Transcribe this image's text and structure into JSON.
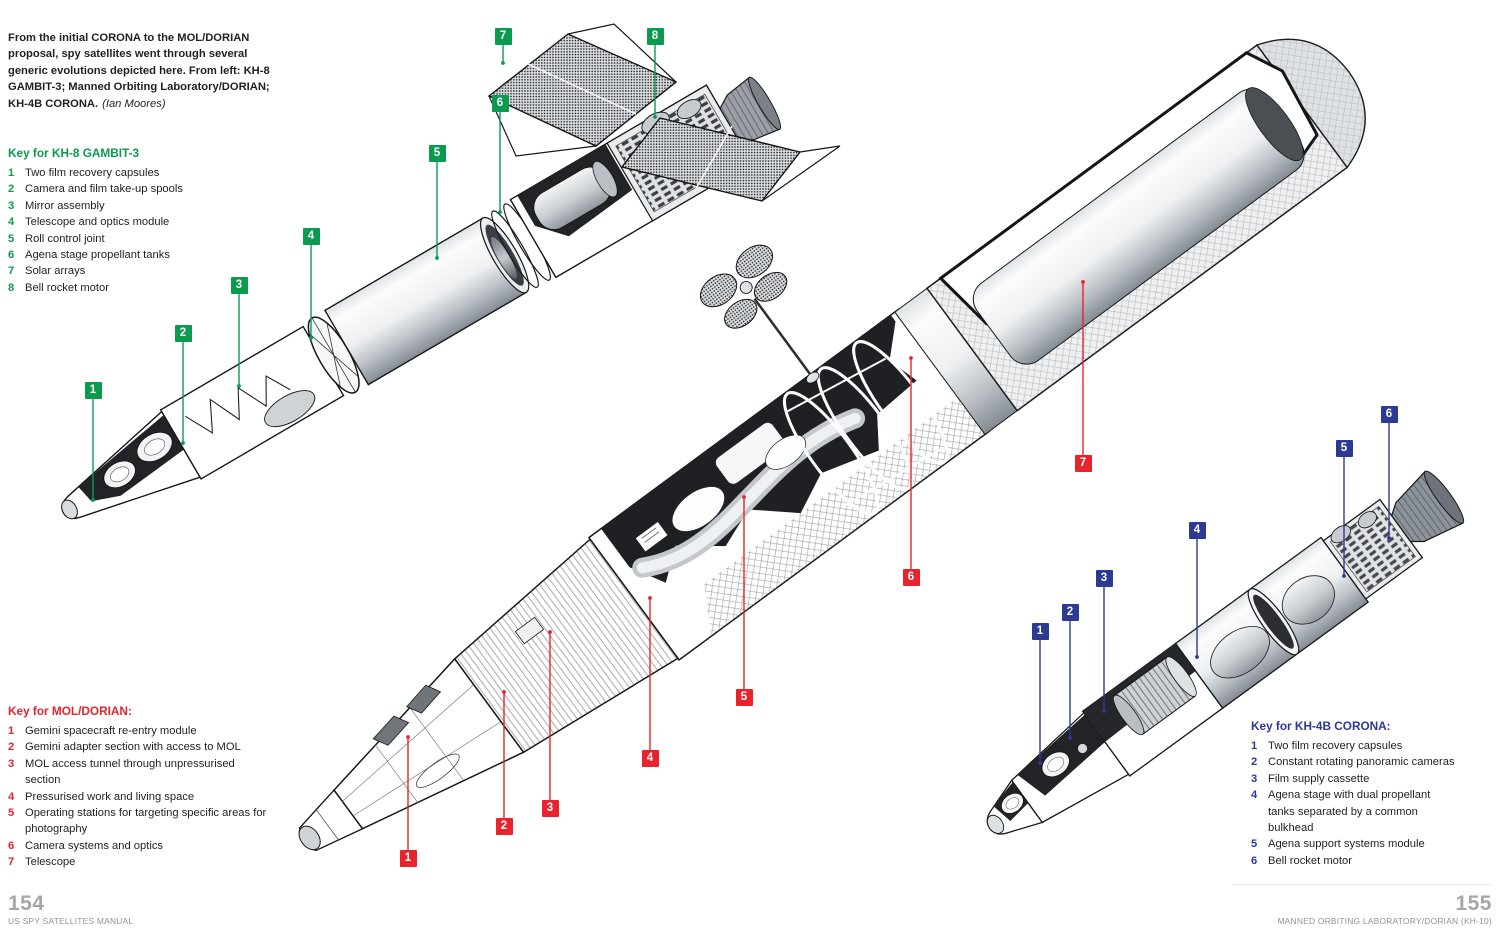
{
  "intro": {
    "text": "From the initial CORONA to the MOL/DORIAN\nproposal, spy satellites went through several\ngeneric evolutions depicted here. From left: KH-8\nGAMBIT-3; Manned Orbiting Laboratory/DORIAN;\nKH-4B CORONA.",
    "credit": "(Ian Moores)"
  },
  "colors": {
    "gambit_green": "#0a9b4e",
    "mol_red": "#e8232d",
    "corona_blue": "#2c3a94",
    "text": "#231f20",
    "footer_gray": "#a4a7aa"
  },
  "keys": [
    {
      "id": "gambit",
      "title": "Key for KH-8 GAMBIT-3",
      "color": "#0a9b4e",
      "items": [
        {
          "n": "1",
          "text": "Two film recovery capsules"
        },
        {
          "n": "2",
          "text": "Camera and film take-up spools"
        },
        {
          "n": "3",
          "text": "Mirror assembly"
        },
        {
          "n": "4",
          "text": "Telescope and optics module"
        },
        {
          "n": "5",
          "text": "Roll control joint"
        },
        {
          "n": "6",
          "text": "Agena stage propellant tanks"
        },
        {
          "n": "7",
          "text": "Solar arrays"
        },
        {
          "n": "8",
          "text": "Bell rocket motor"
        }
      ]
    },
    {
      "id": "mol",
      "title": "Key for MOL/DORIAN:",
      "color": "#e8232d",
      "items": [
        {
          "n": "1",
          "text": "Gemini spacecraft re-entry module"
        },
        {
          "n": "2",
          "text": "Gemini adapter section with access to MOL"
        },
        {
          "n": "3",
          "text": "MOL access tunnel through unpressurised\nsection"
        },
        {
          "n": "4",
          "text": "Pressurised work and living space"
        },
        {
          "n": "5",
          "text": "Operating stations for targeting specific areas for\nphotography"
        },
        {
          "n": "6",
          "text": "Camera systems and optics"
        },
        {
          "n": "7",
          "text": "Telescope"
        }
      ]
    },
    {
      "id": "corona",
      "title": "Key for KH-4B CORONA:",
      "color": "#2c3a94",
      "items": [
        {
          "n": "1",
          "text": "Two film recovery capsules"
        },
        {
          "n": "2",
          "text": "Constant rotating panoramic cameras"
        },
        {
          "n": "3",
          "text": "Film supply cassette"
        },
        {
          "n": "4",
          "text": "Agena stage with dual propellant\ntanks separated by a common\nbulkhead"
        },
        {
          "n": "5",
          "text": "Agena support systems module"
        },
        {
          "n": "6",
          "text": "Bell rocket motor"
        }
      ]
    }
  ],
  "callouts": {
    "gambit": [
      "1",
      "2",
      "3",
      "4",
      "5",
      "6",
      "7",
      "8"
    ],
    "mol": [
      "1",
      "2",
      "3",
      "4",
      "5",
      "6",
      "7"
    ],
    "corona": [
      "1",
      "2",
      "3",
      "4",
      "5",
      "6"
    ]
  },
  "footer": {
    "left": {
      "page_number": "154",
      "label": "US SPY SATELLITES MANUAL"
    },
    "right": {
      "page_number": "155",
      "label": "MANNED ORBITING LABORATORY/DORIAN (KH-10)"
    }
  }
}
